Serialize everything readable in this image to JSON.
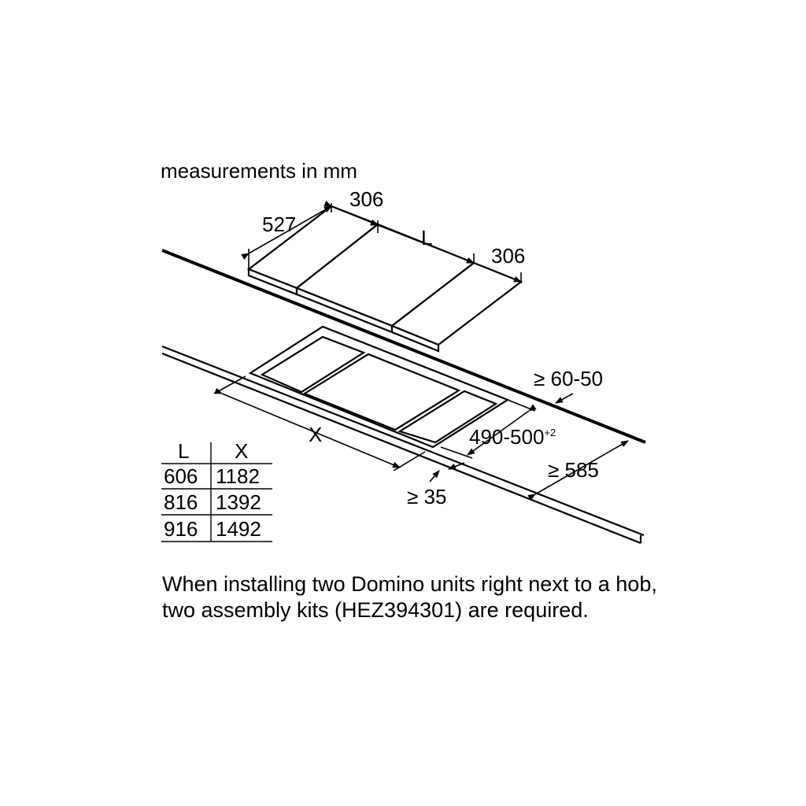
{
  "header": {
    "units_label": "measurements in mm"
  },
  "dimensions": {
    "depth": "527",
    "left_width": "306",
    "middle_width": "L",
    "right_width": "306",
    "worktop_thickness": "≥ 60-50",
    "cutout_depth": "490-500",
    "cutout_depth_tolerance": "+2",
    "cutout_length": "X",
    "min_front_distance": "≥ 35",
    "min_worktop_depth": "≥ 585"
  },
  "table": {
    "headers": [
      "L",
      "X"
    ],
    "rows": [
      [
        "606",
        "1182"
      ],
      [
        "816",
        "1392"
      ],
      [
        "916",
        "1492"
      ]
    ]
  },
  "note": "When installing two Domino units right next to a hob, two assembly kits (HEZ394301) are required."
}
